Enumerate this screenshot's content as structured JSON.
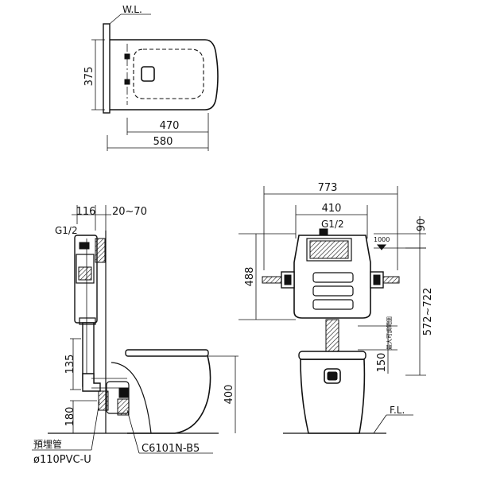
{
  "labels": {
    "wall_level": "W.L.",
    "floor_level": "F.L.",
    "pipe_note_cn": "預埋管",
    "pipe_spec": "ø110PVC-U",
    "model": "C6101N-B5",
    "inlet_side": "G1/2",
    "inlet_front": "G1/2",
    "level_1000": "1000",
    "small_note": "最大可調範圍"
  },
  "dimensions": {
    "top_depth": "375",
    "top_inner_width": "470",
    "top_total_width": "580",
    "side_frame": "116",
    "side_offset": "20~70",
    "side_pipe_135": "135",
    "side_180": "180",
    "side_400": "400",
    "front_total": "773",
    "front_inner": "410",
    "front_top": "90",
    "front_height": "488",
    "front_adjust": "572~722",
    "front_150": "150"
  }
}
